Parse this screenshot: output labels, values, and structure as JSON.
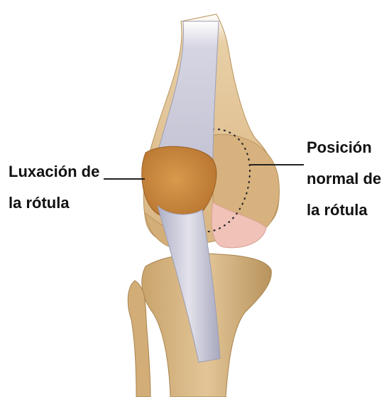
{
  "labels": {
    "dislocation": {
      "line1": "Luxación de",
      "line2": "la rótula"
    },
    "normal_position": {
      "line1": "Posición",
      "line2": "normal de",
      "line3": "la rótula"
    }
  },
  "colors": {
    "bone": "#dcb989",
    "bone_shadow": "#b8945e",
    "patella": "#c98a3c",
    "tendon": "#c6c4d4",
    "cartilage": "#f0c2b8",
    "leader_line": "#222222",
    "text": "#111111"
  }
}
